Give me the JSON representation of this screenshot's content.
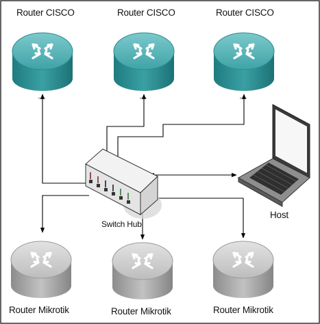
{
  "routers_top": [
    {
      "label": "Router CISCO"
    },
    {
      "label": "Router CISCO"
    },
    {
      "label": "Router CISCO"
    }
  ],
  "routers_bottom": [
    {
      "label": "Router Mikrotik"
    },
    {
      "label": "Router Mikrotik"
    },
    {
      "label": "Router Mikrotik"
    }
  ],
  "switch": {
    "label": "Switch Hub"
  },
  "host": {
    "label": "Host"
  },
  "colors": {
    "cisco_router": "#3fa3a6",
    "mikrotik_router": "#b9b9b9",
    "link": "#000000"
  },
  "icons": {
    "cisco_router": "router-cisco-icon",
    "mikrotik_router": "router-mikrotik-icon",
    "switch": "switch-hub-icon",
    "host": "laptop-icon"
  }
}
